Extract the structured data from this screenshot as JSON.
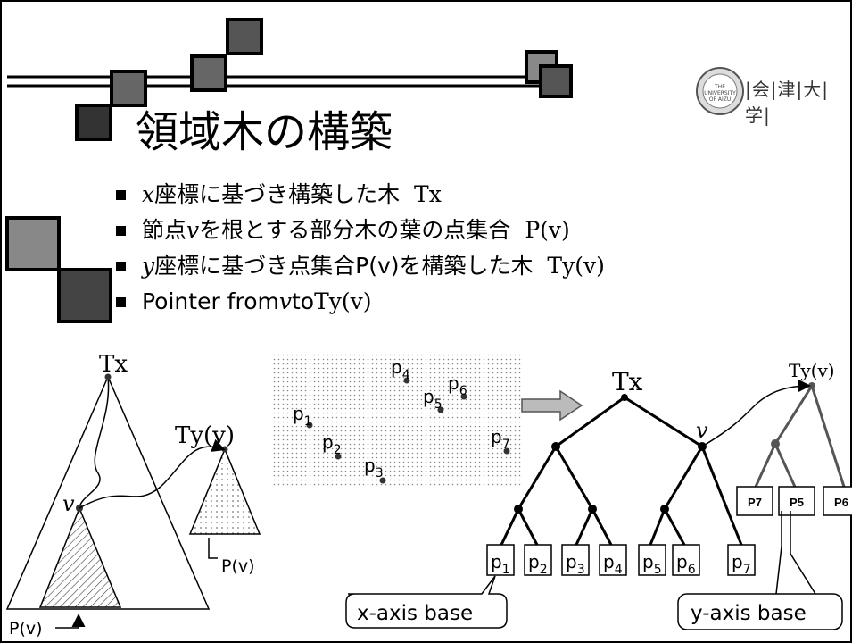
{
  "slide": {
    "title": "領域木の構築",
    "logo_text": "|会|津|大|学|",
    "logo_seal_text": "THE UNIVERSITY OF AIZU",
    "bullets": [
      {
        "italic": "x",
        "text": "座標に基づき構築した木",
        "formula": "Tx"
      },
      {
        "prefix": "節点",
        "italic": "v",
        "text": "を根とする部分木の葉の点集合",
        "formula": "P(v)"
      },
      {
        "italic": "y",
        "text": "座標に基づき点集合P(v)を構築した木",
        "formula": "Ty(v)"
      },
      {
        "prefix": "Pointer from ",
        "italic": "v",
        "text": " to ",
        "formula": "Ty(v)"
      }
    ]
  },
  "left_diagram": {
    "tx_label": "Tx",
    "ty_label": "Ty(v)",
    "v_label": "v",
    "p_label_small": "P(v)",
    "p_label_bottom": "P(v)"
  },
  "points_panel": {
    "points": [
      {
        "label": "p",
        "sub": "1"
      },
      {
        "label": "p",
        "sub": "2"
      },
      {
        "label": "p",
        "sub": "3"
      },
      {
        "label": "p",
        "sub": "4"
      },
      {
        "label": "p",
        "sub": "5"
      },
      {
        "label": "p",
        "sub": "6"
      },
      {
        "label": "p",
        "sub": "7"
      }
    ]
  },
  "right_diagram": {
    "tx_label": "Tx",
    "ty_label": "Ty(v)",
    "v_label": "v",
    "x_leaves": [
      {
        "label": "p",
        "sub": "1"
      },
      {
        "label": "p",
        "sub": "2"
      },
      {
        "label": "p",
        "sub": "3"
      },
      {
        "label": "p",
        "sub": "4"
      },
      {
        "label": "p",
        "sub": "5"
      },
      {
        "label": "p",
        "sub": "6"
      },
      {
        "label": "p",
        "sub": "7"
      }
    ],
    "y_leaves": [
      "P7",
      "P5",
      "P6"
    ],
    "callout_x": "x-axis base",
    "callout_y": "y-axis base"
  }
}
